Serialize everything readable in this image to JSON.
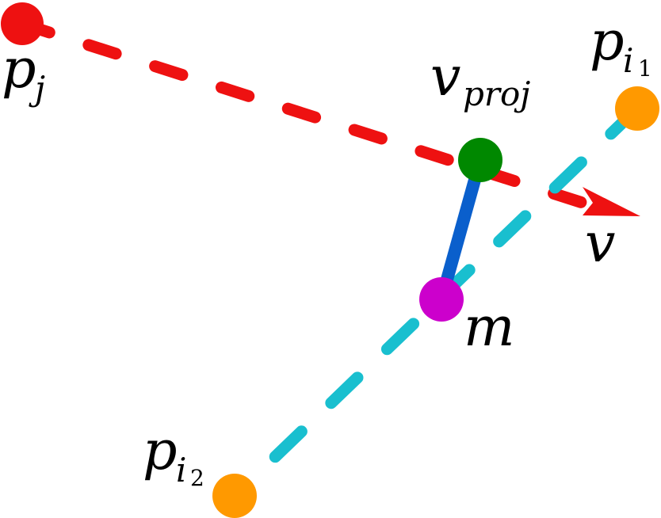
{
  "diagram": {
    "colors": {
      "direction_line": "#ee1111",
      "segment_line": "#19bfcf",
      "projection_line": "#0a5fcc",
      "point_pj": "#ee1111",
      "point_pi": "#ff9900",
      "point_vproj": "#008800",
      "point_m": "#cc00cc"
    },
    "labels": {
      "pj_base": "p",
      "pj_sub": "j",
      "pi1_base": "p",
      "pi1_sub": "i",
      "pi1_subsub": "1",
      "pi2_base": "p",
      "pi2_sub": "i",
      "pi2_subsub": "2",
      "vproj_base": "v",
      "vproj_sub": "proj",
      "v": "v",
      "m": "m"
    }
  }
}
